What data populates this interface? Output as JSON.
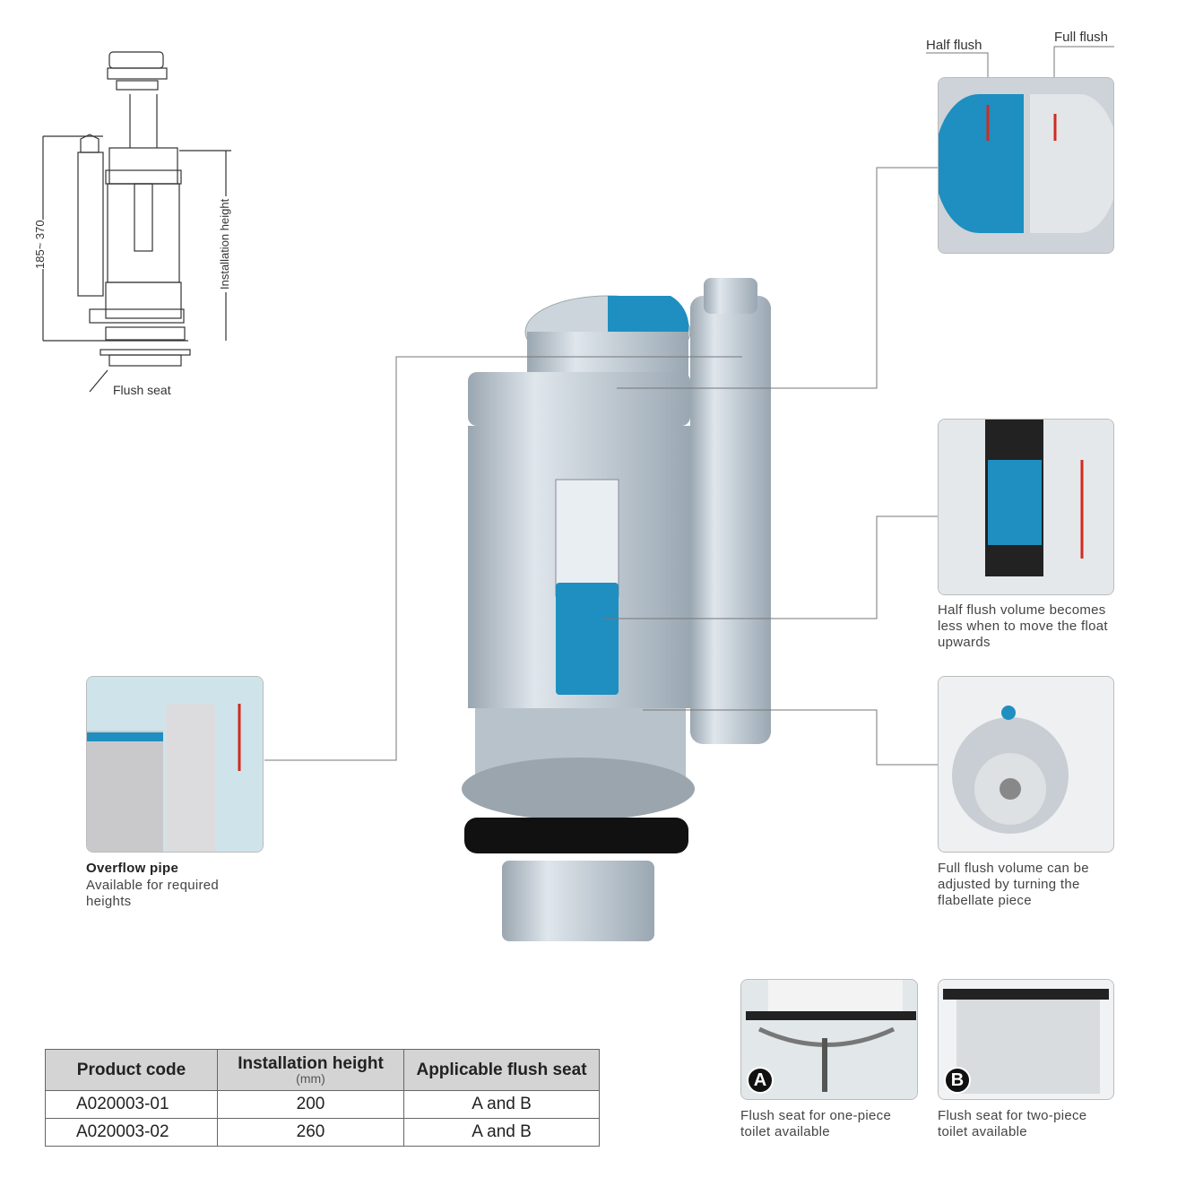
{
  "diagram": {
    "dimension_range": "185~ 370",
    "installation_height_label": "Installation height",
    "flush_seat_label": "Flush seat"
  },
  "buttons": {
    "half_flush": "Half flush",
    "full_flush": "Full flush"
  },
  "callouts": {
    "half_flush_volume": "Half flush volume becomes less when to move the float upwards",
    "full_flush_volume": "Full flush volume can be adjusted by turning the flabellate piece",
    "overflow_title": "Overflow pipe",
    "overflow_desc": "Available for required heights",
    "seat_a_badge": "A",
    "seat_a_desc": "Flush seat for one-piece toilet available",
    "seat_b_badge": "B",
    "seat_b_desc": "Flush seat for two-piece toilet available"
  },
  "table": {
    "headers": [
      "Product code",
      "Installation height",
      "Applicable flush seat"
    ],
    "unit": "(mm)",
    "rows": [
      [
        "A020003-01",
        "200",
        "A and B"
      ],
      [
        "A020003-02",
        "260",
        "A and B"
      ]
    ]
  },
  "colors": {
    "accent_blue": "#1e8fc0",
    "arrow_red": "#d42a1e",
    "body_gray": "#b9c3cc"
  }
}
